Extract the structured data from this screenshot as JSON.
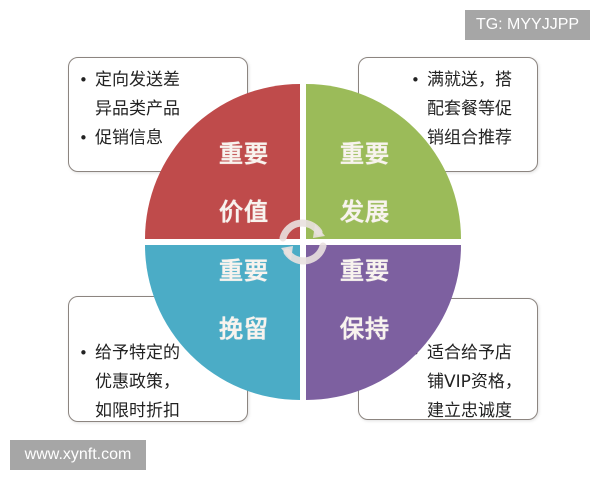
{
  "watermarks": {
    "top_right": "TG: MYYJJPP",
    "bottom_left": "www.xynft.com"
  },
  "quadrants": {
    "top_left": {
      "line1": "重要",
      "line2": "价值",
      "color": "#bf4b4b"
    },
    "top_right": {
      "line1": "重要",
      "line2": "发展",
      "color": "#9bbb59"
    },
    "bottom_left": {
      "line1": "重要",
      "line2": "挽留",
      "color": "#4bacc6"
    },
    "bottom_right": {
      "line1": "重要",
      "line2": "保持",
      "color": "#7d60a0"
    }
  },
  "callouts": {
    "top_left": {
      "lines": [
        "定向发送差",
        "异品类产品",
        "促销信息"
      ]
    },
    "top_right": {
      "lines": [
        "满就送，搭",
        "配套餐等促",
        "销组合推荐"
      ]
    },
    "bottom_left": {
      "lines": [
        "给予特定的",
        "优惠政策，",
        "如限时折扣"
      ]
    },
    "bottom_right": {
      "lines": [
        "适合给予店",
        "铺VIP资格，",
        "建立忠诚度"
      ]
    }
  },
  "center_icon": "cycle-arrows-icon"
}
